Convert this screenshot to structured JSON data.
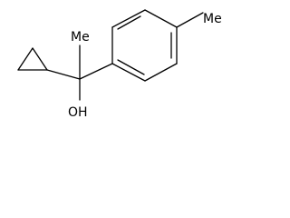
{
  "molecule": {
    "labels": {
      "methyl_top": "Me",
      "methyl_ring": "Me",
      "hydroxyl": "OH"
    }
  },
  "colors": {
    "bond": "#000000",
    "text": "#000000",
    "background": "#ffffff"
  }
}
